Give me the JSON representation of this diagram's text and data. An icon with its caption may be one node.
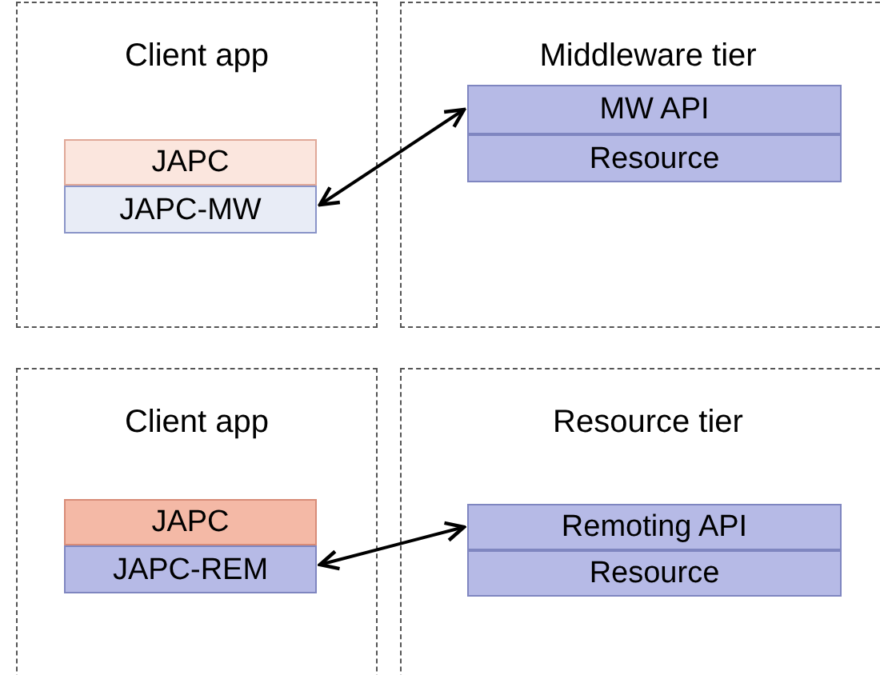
{
  "diagram": {
    "nodes": [
      {
        "text": [
          "Client app"
        ]
      },
      {
        "text": [
          "JAPC"
        ],
        "in": 0
      },
      {
        "text": [
          "JAPC-MW"
        ],
        "in": 0
      },
      {
        "text": [
          "Middleware tier"
        ]
      },
      {
        "text": [
          "MW API"
        ],
        "in": 3
      },
      {
        "text": [
          "Resource"
        ],
        "in": 3
      },
      {
        "text": [
          "Client app"
        ]
      },
      {
        "text": [
          "JAPC"
        ],
        "in": 6
      },
      {
        "text": [
          "JAPC-REM"
        ],
        "in": 6
      },
      {
        "text": [
          "Resource tier"
        ]
      },
      {
        "text": [
          "Remoting API"
        ],
        "in": 9
      },
      {
        "text": [
          "Resource"
        ],
        "in": 9
      }
    ],
    "edges": [
      {
        "from": 2,
        "to": 4,
        "arrow": "both"
      },
      {
        "from": 8,
        "to": 10,
        "arrow": "both"
      }
    ]
  }
}
